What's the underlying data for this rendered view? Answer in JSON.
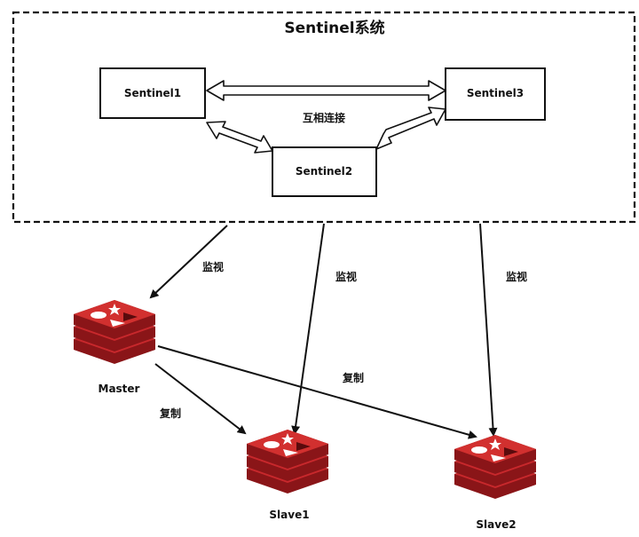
{
  "cluster": {
    "title": "Sentinel系统",
    "link_label": "互相连接",
    "sentinels": [
      "Sentinel1",
      "Sentinel2",
      "Sentinel3"
    ]
  },
  "monitor_labels": [
    "监视",
    "监视",
    "监视"
  ],
  "replicate_labels": [
    "复制",
    "复制"
  ],
  "nodes": {
    "master": "Master",
    "slave1": "Slave1",
    "slave2": "Slave2"
  },
  "colors": {
    "redis_red": "#c8282c",
    "redis_dark": "#8a1518",
    "line": "#111111"
  }
}
